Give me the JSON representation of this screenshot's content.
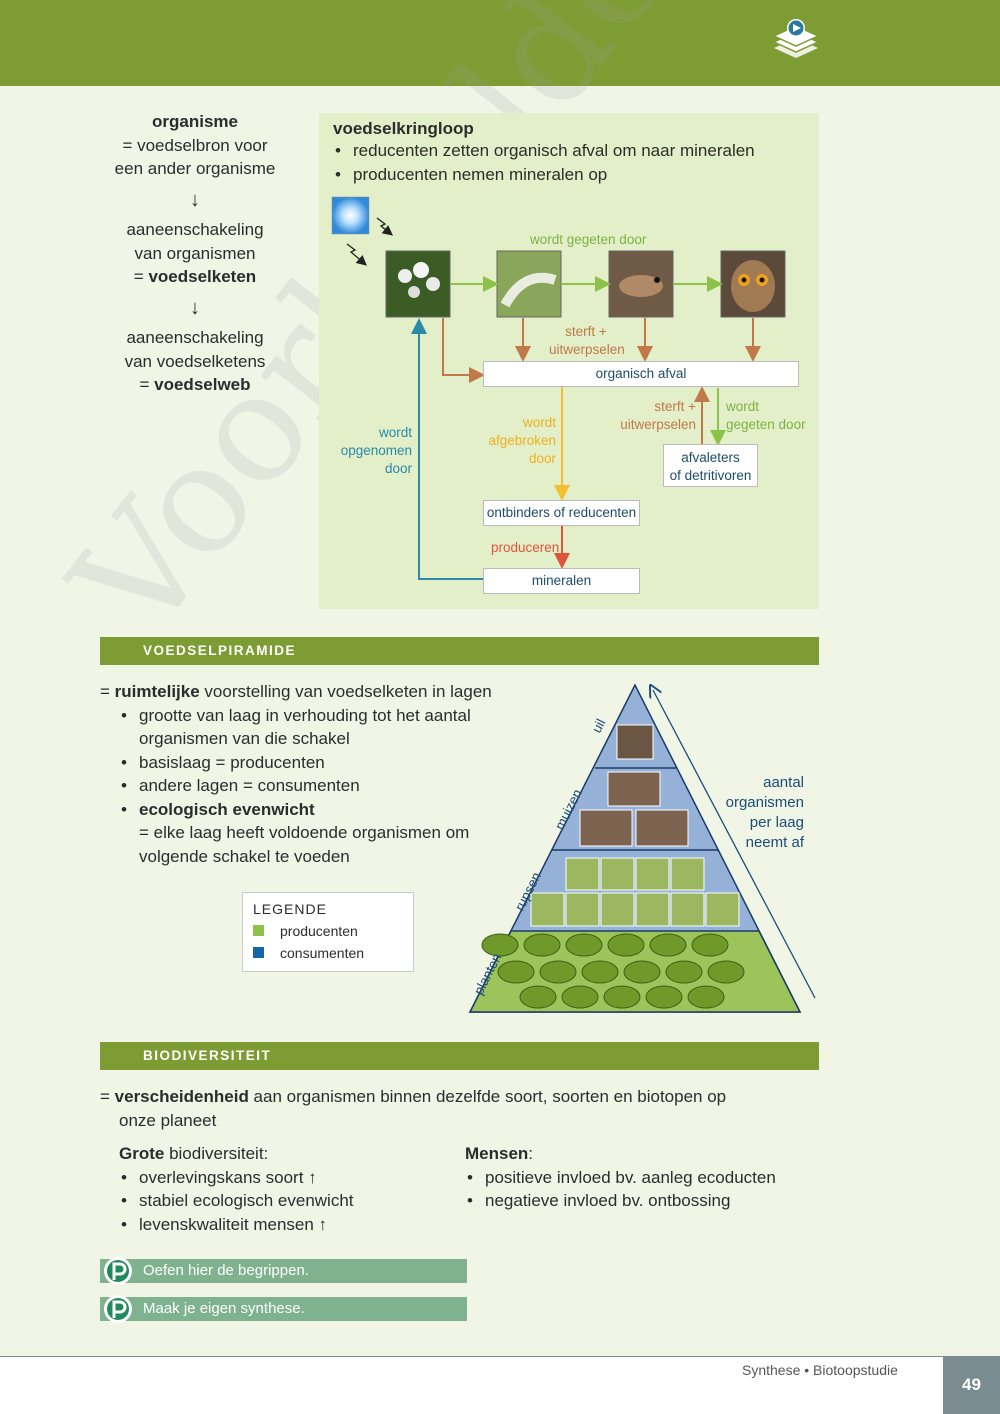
{
  "colors": {
    "header": "#7d9c33",
    "box": "#e3efc8",
    "producer": "#8bc34a",
    "consumer": "#1565a8",
    "pyramid": "#96b1d8"
  },
  "left": {
    "l1": "organisme",
    "l2": "= voedselbron voor",
    "l3": "een ander organisme",
    "l4": "aaneenschakeling",
    "l5": "van organismen",
    "l6_pre": "= ",
    "l6_b": "voedselketen",
    "l7": "aaneenschakeling",
    "l8": "van voedselketens",
    "l9_pre": "= ",
    "l9_b": "voedselweb",
    "arrow": "↓"
  },
  "kringloop": {
    "title": "voedselkringloop",
    "b1": "reducenten zetten organisch afval om naar mineralen",
    "b2": "producenten nemen mineralen op",
    "eaten": "wordt gegeten door",
    "sterft1": "sterft +",
    "uitw1": "uitwerpselen",
    "afval": "organisch afval",
    "opg1": "wordt",
    "opg2": "opgenomen",
    "opg3": "door",
    "afg1": "wordt",
    "afg2": "afgebroken",
    "afg3": "door",
    "sterft2": "sterft +",
    "uitw2": "uitwerpselen",
    "eat2a": "wordt",
    "eat2b": "gegeten door",
    "afvaleters1": "afvaleters",
    "afvaleters2": "of detritivoren",
    "ontbinders": "ontbinders of reducenten",
    "produceren": "produceren",
    "mineralen": "mineralen"
  },
  "pyramid_section": {
    "header": "VOEDSELPIRAMIDE",
    "eq": "= ",
    "l1_b": "ruimtelijke",
    "l1": " voorstelling van voedselketen in lagen",
    "b1a": "grootte van laag in verhouding tot het aantal",
    "b1b": "organismen van die schakel",
    "b2": "basislaag = producenten",
    "b3": "andere lagen = consumenten",
    "b4": "ecologisch evenwicht",
    "b4a": "= elke laag heeft voldoende organismen om",
    "b4b": "volgende schakel te voeden",
    "legend_title": "LEGENDE",
    "legend_prod": "producenten",
    "legend_cons": "consumenten",
    "tag_uil": "uil",
    "tag_muizen": "muizen",
    "tag_rupsen": "rupsen",
    "tag_planten": "planten",
    "aantal1": "aantal",
    "aantal2": "organismen",
    "aantal3": "per laag",
    "aantal4": "neemt af"
  },
  "bio": {
    "header": "BIODIVERSITEIT",
    "eq": "= ",
    "l1_b": "verscheidenheid",
    "l1": " aan organismen binnen dezelfde soort, soorten en biotopen op",
    "l2": "onze planeet",
    "grote_b": "Grote",
    "grote": " biodiversiteit:",
    "g1": "overlevingskans soort",
    "g2": "stabiel ecologisch evenwicht",
    "g3": "levenskwaliteit mensen",
    "up": "↑",
    "mensen_b": "Mensen",
    "colon": ":",
    "m1": "positieve invloed bv. aanleg ecoducten",
    "m2": "negatieve invloed bv. ontbossing"
  },
  "buttons": {
    "b1": "Oefen hier de begrippen.",
    "b2": "Maak je eigen synthese."
  },
  "footer": {
    "text": "Synthese • Biotoopstudie",
    "page": "49"
  },
  "watermark": "Voorbeeldexemplaar"
}
